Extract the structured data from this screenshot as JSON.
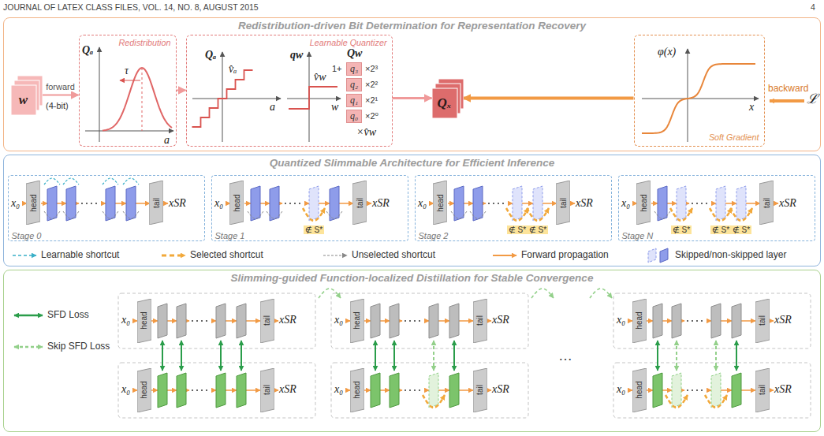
{
  "diagram": {
    "nodes": [
      {
        "text": [
          "Redistribution-driven Bit Determination for Representation Recovery"
        ]
      },
      {
        "text": [
          "w"
        ],
        "in": 0
      },
      {
        "text": [
          "Redistribution"
        ],
        "in": 0
      },
      {
        "text": [
          "Learnable Quantizer"
        ],
        "in": 0
      },
      {
        "text": [
          "q₃"
        ],
        "in": 3
      },
      {
        "text": [
          "q₂"
        ],
        "in": 3
      },
      {
        "text": [
          "q₁"
        ],
        "in": 3
      },
      {
        "text": [
          "q₀"
        ],
        "in": 3
      },
      {
        "text": [
          "Qₓ"
        ],
        "in": 0
      },
      {
        "text": [
          "Soft Gradient"
        ],
        "in": 0
      },
      {
        "text": [
          "Quantized Slimmable Architecture for Efficient Inference"
        ]
      },
      {
        "text": [
          "Stage 0"
        ],
        "in": 10
      },
      {
        "text": [
          "head"
        ],
        "in": 11
      },
      {
        "text": [
          "tail"
        ],
        "in": 11
      },
      {
        "text": [
          "Stage 1"
        ],
        "in": 10
      },
      {
        "text": [
          "head"
        ],
        "in": 14
      },
      {
        "text": [
          "tail"
        ],
        "in": 14
      },
      {
        "text": [
          "Stage 2"
        ],
        "in": 10
      },
      {
        "text": [
          "head"
        ],
        "in": 17
      },
      {
        "text": [
          "tail"
        ],
        "in": 17
      },
      {
        "text": [
          "Stage N"
        ],
        "in": 10
      },
      {
        "text": [
          "head"
        ],
        "in": 20
      },
      {
        "text": [
          "tail"
        ],
        "in": 20
      },
      {
        "text": [
          "Slimming-guided Function-localized Distillation for Stable Convergence"
        ]
      },
      {
        "text": [
          "head"
        ],
        "in": 23
      },
      {
        "text": [
          "tail"
        ],
        "in": 23
      },
      {
        "text": [
          "head"
        ],
        "in": 23
      },
      {
        "text": [
          "tail"
        ],
        "in": 23
      },
      {
        "text": [
          "head"
        ],
        "in": 23
      },
      {
        "text": [
          "tail"
        ],
        "in": 23
      },
      {
        "text": [
          "head"
        ],
        "in": 23
      },
      {
        "text": [
          "tail"
        ],
        "in": 23
      },
      {
        "text": [
          "head"
        ],
        "in": 23
      },
      {
        "text": [
          "tail"
        ],
        "in": 23
      },
      {
        "text": [
          "head"
        ],
        "in": 23
      },
      {
        "text": [
          "tail"
        ],
        "in": 23
      }
    ],
    "edges": [
      {
        "from": 1,
        "to": 2,
        "arrow": "to",
        "label": "forward"
      },
      {
        "from": 2,
        "to": 3,
        "arrow": "to"
      },
      {
        "from": 3,
        "to": 8,
        "arrow": "to"
      },
      {
        "from": 9,
        "to": 8,
        "arrow": "to"
      }
    ],
    "labels": [
      "JOURNAL OF LATEX CLASS FILES, VOL. 14, NO. 8, AUGUST 2015",
      "4",
      "(4-bit)",
      "Qₐ",
      "τ",
      "a",
      "Qₐ",
      "v̂ₐ",
      "a",
      "qw",
      "v̂w",
      "w",
      "Qw",
      "1+",
      "×2³",
      "×2²",
      "×2¹",
      "×2⁰",
      "×v̂w",
      "φ(x)",
      "x",
      "backward",
      "ℒ",
      "x₀",
      "xSR",
      "x₀",
      "xSR",
      "∉ S*",
      "x₀",
      "xSR",
      "∉ S*",
      "∉ S*",
      "x₀",
      "xSR",
      "∉ S*",
      "∉ S*",
      "∉ S*",
      "x₀",
      "xSR",
      "x₀",
      "xSR",
      "…",
      "x₀",
      "xSR",
      "x₀",
      "xSR",
      "x₀",
      "xSR",
      "x₀",
      "xSR"
    ],
    "legend": [
      {
        "text": "Learnable shortcut"
      },
      {
        "text": "Selected shortcut"
      },
      {
        "text": "Unselected shortcut"
      },
      {
        "text": "Forward propagation"
      },
      {
        "text": "Skipped/non-skipped layer"
      },
      {
        "text": "SFD Loss"
      },
      {
        "text": "Skip SFD Loss"
      }
    ]
  }
}
